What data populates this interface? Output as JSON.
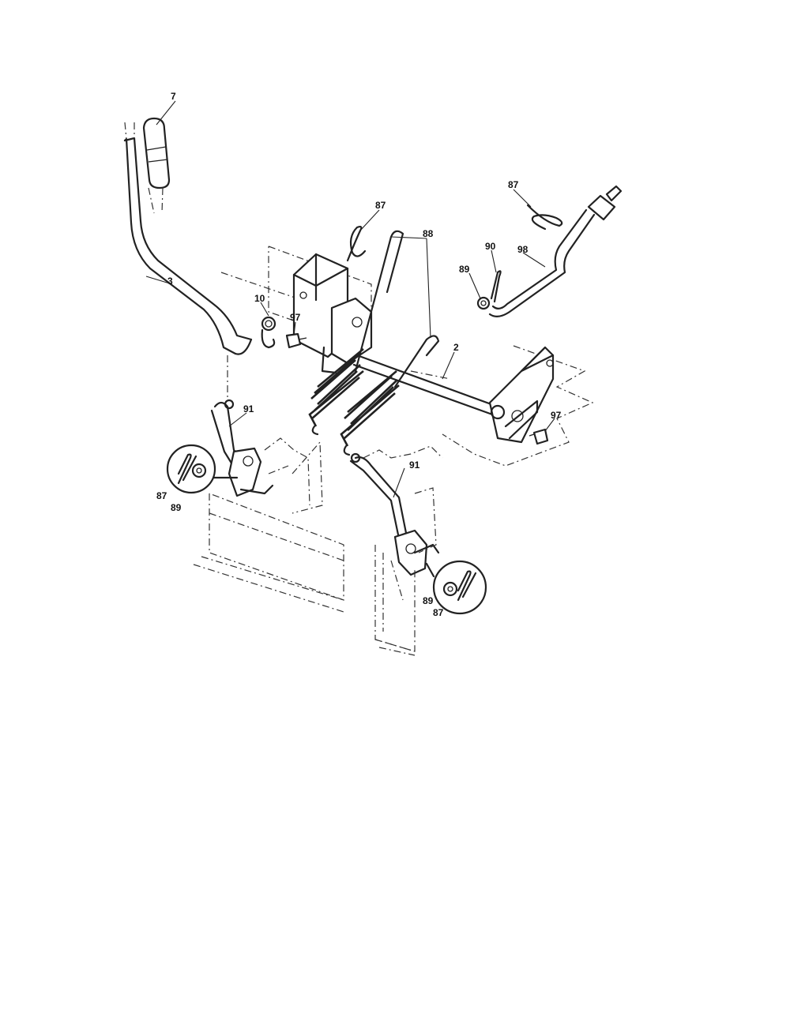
{
  "callouts": {
    "c7": "7",
    "c3": "3",
    "c87_top": "87",
    "c10": "10",
    "c97_center": "97",
    "c88": "88",
    "c2": "2",
    "c87_right": "87",
    "c98": "98",
    "c90": "90",
    "c89_right": "89",
    "c97_right": "97",
    "c91_left": "91",
    "c87_left": "87",
    "c89_left": "89",
    "c91_right": "91",
    "c89_bottom": "89",
    "c87_bottom": "87"
  }
}
